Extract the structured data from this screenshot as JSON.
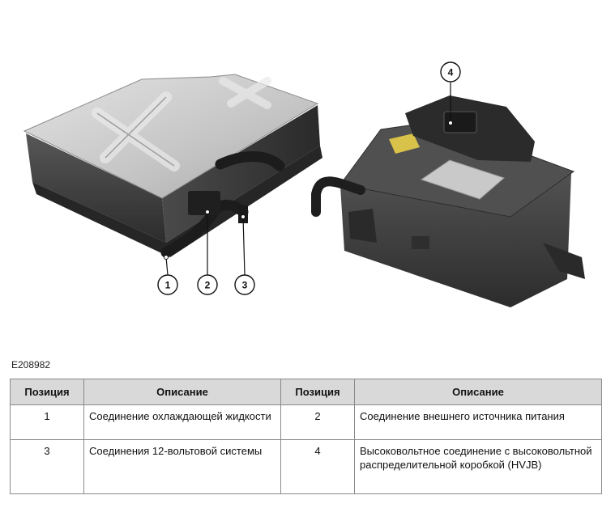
{
  "figure": {
    "code": "E208982",
    "callouts": [
      "1",
      "2",
      "3",
      "4"
    ]
  },
  "table": {
    "headers": [
      "Позиция",
      "Описание",
      "Позиция",
      "Описание"
    ],
    "rows": [
      [
        {
          "pos": "1",
          "desc": "Соединение охлаждающей жидкости"
        },
        {
          "pos": "2",
          "desc": "Соединение внешнего источника питания"
        }
      ],
      [
        {
          "pos": "3",
          "desc": "Соединения 12-вольтовой системы"
        },
        {
          "pos": "4",
          "desc": "Высоковольтное соединение с высоковольтной распределительной коробкой (HVJB)"
        }
      ]
    ]
  },
  "colors": {
    "housing_dark": "#3a3a3a",
    "housing_mid": "#4d4d4d",
    "lid_silver": "#c9c9c9",
    "header_fill": "#d9d9d9",
    "border": "#8a8a8a"
  }
}
